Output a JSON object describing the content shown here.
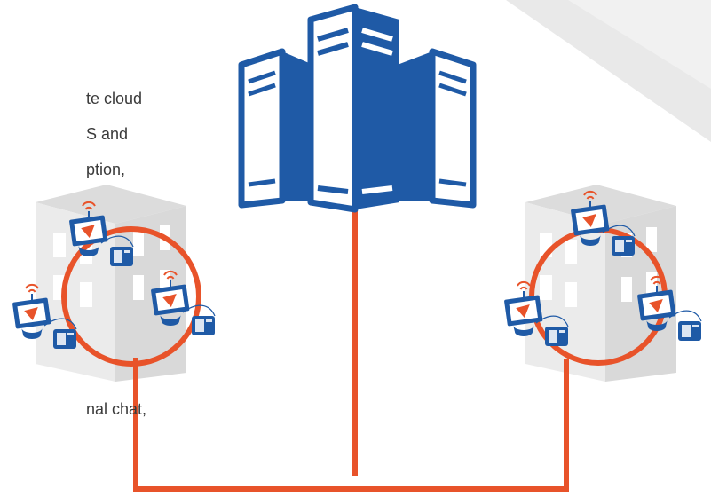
{
  "text_fragments": {
    "line1": "te cloud",
    "line2": "S and",
    "line3": "ption,",
    "line4": "nal chat,"
  },
  "colors": {
    "server_blue": "#1f5aa6",
    "network_orange": "#e8532a",
    "building_gray": "#e3e3e3",
    "building_shadow": "#d2d2d2",
    "background_stripe": "#e9e9e9",
    "device_accent": "#e8532a"
  },
  "icons": [
    "server-rack-icon",
    "office-building-icon",
    "computer-monitor-icon",
    "desk-phone-icon",
    "wifi-signal-icon",
    "network-ring-icon"
  ]
}
